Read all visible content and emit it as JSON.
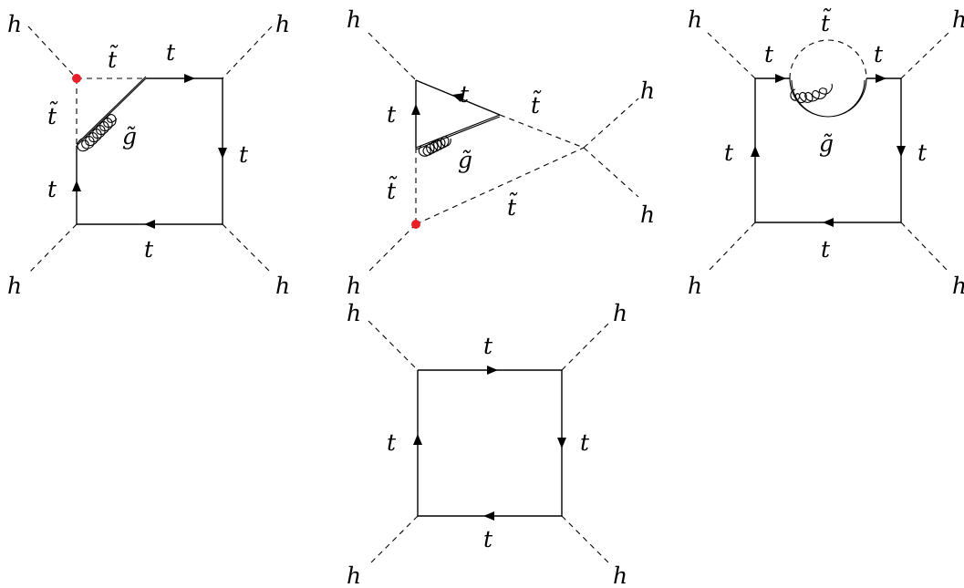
{
  "colors": {
    "line": "#000000",
    "vertex_dot": "#e8202a",
    "background": "#ffffff"
  },
  "diagrams": [
    {
      "labels": {
        "h_tl": "h",
        "h_tr": "h",
        "h_bl": "h",
        "h_br": "h",
        "stop_top": "t̃",
        "t_top": "t",
        "stop_left": "t̃",
        "gluino": "g̃",
        "t_right": "t",
        "t_left": "t",
        "t_bottom": "t"
      }
    },
    {
      "labels": {
        "h_tl": "h",
        "h_r_up": "h",
        "t_top": "t",
        "stop_diag": "t̃",
        "t_left": "t",
        "gluino": "g̃",
        "stop_left": "t̃",
        "stop_bottom": "t̃",
        "h_r_down": "h",
        "h_bl": "h"
      }
    },
    {
      "labels": {
        "h_tl": "h",
        "h_tr": "h",
        "stop_loop": "t̃",
        "t_top_left": "t",
        "t_top_right": "t",
        "gluino": "g̃",
        "t_left": "t",
        "t_right": "t",
        "t_bottom": "t",
        "h_bl": "h",
        "h_br": "h"
      }
    },
    {
      "labels": {
        "h_tl": "h",
        "h_tr": "h",
        "t_top": "t",
        "t_left": "t",
        "t_right": "t",
        "t_bottom": "t",
        "h_bl": "h",
        "h_br": "h"
      }
    }
  ]
}
